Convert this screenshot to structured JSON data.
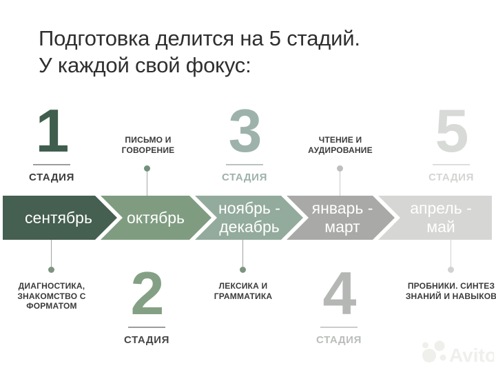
{
  "title": {
    "line1": "Подготовка делится на 5 стадий.",
    "line2": "У каждой свой фокус:"
  },
  "stages": [
    {
      "number": "1",
      "caption": "СТАДИЯ",
      "number_color": "#405e4e",
      "caption_color": "#3c3c3c",
      "rule_color": "#9c9c9c"
    },
    {
      "number": "2",
      "caption": "СТАДИЯ",
      "number_color": "#84a084",
      "caption_color": "#474747",
      "rule_color": "#9c9c9c"
    },
    {
      "number": "3",
      "caption": "СТАДИЯ",
      "number_color": "#9db2aa",
      "caption_color": "#9db2aa",
      "rule_color": "#b9c2bd"
    },
    {
      "number": "4",
      "caption": "СТАДИЯ",
      "number_color": "#b4b7b4",
      "caption_color": "#babdba",
      "rule_color": "#cbcbcb"
    },
    {
      "number": "5",
      "caption": "СТАДИЯ",
      "number_color": "#d8dad7",
      "caption_color": "#d3d5d2",
      "rule_color": "#dddddd"
    }
  ],
  "timeline": [
    {
      "line1": "сентябрь",
      "line2": "",
      "color": "#455f50"
    },
    {
      "line1": "октябрь",
      "line2": "",
      "color": "#7f9c81"
    },
    {
      "line1": "ноябрь -",
      "line2": "декабрь",
      "color": "#93ab9c"
    },
    {
      "line1": "январь -",
      "line2": "март",
      "color": "#a9aaa7"
    },
    {
      "line1": "апрель -",
      "line2": "май",
      "color": "#d6d7d4"
    }
  ],
  "callouts": {
    "top": [
      {
        "line1": "ПИСЬМО И",
        "line2": "ГОВОРЕНИЕ",
        "dot_color": "#72907c",
        "line_color": "#a0aaa2"
      },
      {
        "line1": "ЧТЕНИЕ И",
        "line2": "АУДИРОВАНИЕ",
        "dot_color": "#bcbfbc",
        "line_color": "#c6c8c5"
      }
    ],
    "bottom": [
      {
        "line1": "ДИАГНОСТИКА,",
        "line2": "ЗНАКОМСТВО С",
        "line3": "ФОРМАТОМ",
        "dot_color": "#7d9480",
        "line_color": "#9aa49c"
      },
      {
        "line1": "ЛЕКСИКА И",
        "line2": "ГРАММАТИКА",
        "line3": "",
        "dot_color": "#7d9480",
        "line_color": "#9aa49c"
      },
      {
        "line1": "ПРОБНИКИ. СИНТЕЗ",
        "line2": "ЗНАНИЙ И НАВЫКОВ",
        "line3": "",
        "dot_color": "#d1d3d0",
        "line_color": "#cfd1ce"
      }
    ]
  },
  "watermark": {
    "text": "Avito",
    "color": "#efefec"
  }
}
